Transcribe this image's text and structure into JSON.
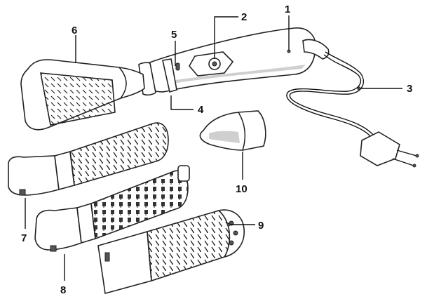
{
  "figure": {
    "callouts": [
      {
        "id": "1",
        "text": "1"
      },
      {
        "id": "2",
        "text": "2"
      },
      {
        "id": "3",
        "text": "3"
      },
      {
        "id": "4",
        "text": "4"
      },
      {
        "id": "5",
        "text": "5"
      },
      {
        "id": "6",
        "text": "6"
      },
      {
        "id": "7",
        "text": "7"
      },
      {
        "id": "8",
        "text": "8"
      },
      {
        "id": "9",
        "text": "9"
      },
      {
        "id": "10",
        "text": "10"
      }
    ]
  }
}
